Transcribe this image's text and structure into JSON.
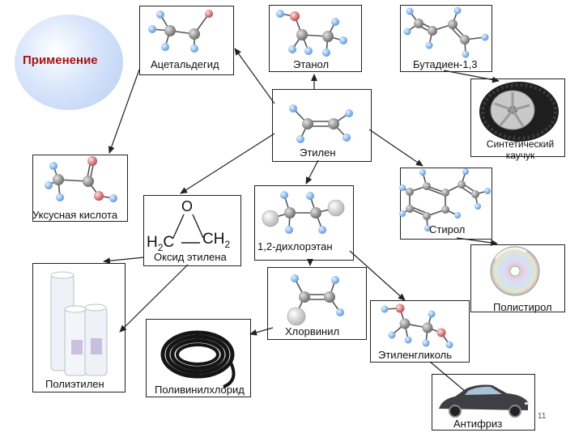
{
  "title": "Применение",
  "page_number": "11",
  "colors": {
    "title": "#a51414",
    "title_circle": "#c6d8f6",
    "atom_carbon": "#8a8a8a",
    "atom_hydrogen": "#8ab8ef",
    "atom_oxygen": "#e07a7a",
    "atom_chlorine": "#d6d6d6"
  },
  "nodes": {
    "acetaldehyde": "Ацетальдегид",
    "ethanol": "Этанол",
    "butadiene": "Бутадиен-1,3",
    "ethylene": "Этилен",
    "synthetic_rubber": "Синтетический каучук",
    "acetic_acid": "Уксусная кислота",
    "ethylene_oxide": "Оксид этилена",
    "dichloroethane": "1,2-дихлорэтан",
    "styrene": "Стирол",
    "polystyrene": "Полистирол",
    "vinyl_chloride": "Хлорвинил",
    "ethylene_glycol": "Этиленгликоль",
    "polyethylene": "Полиэтилен",
    "pvc": "Поливинилхлорид",
    "antifreeze": "Антифриз"
  },
  "formula": {
    "oxygen": "O",
    "left_group": "H",
    "left_sub": "2",
    "left_atom": "C",
    "right_group": "CH",
    "right_sub": "2"
  },
  "icons": [
    "tire-icon",
    "compact-disc-icon",
    "film-rolls-icon",
    "cable-coil-icon",
    "car-icon"
  ]
}
